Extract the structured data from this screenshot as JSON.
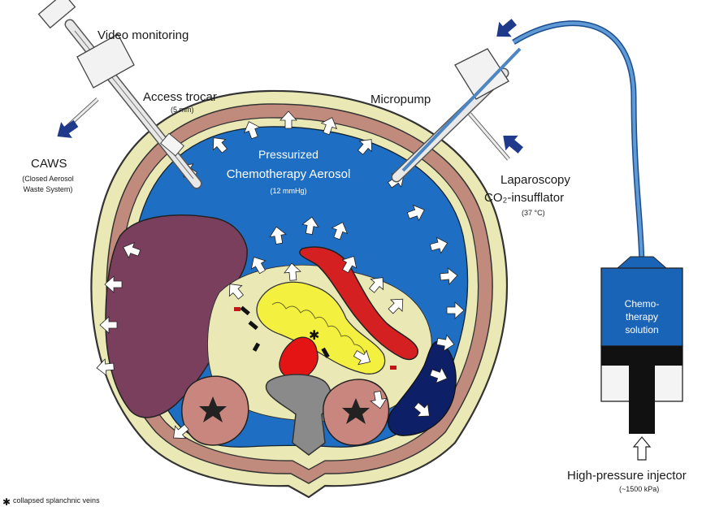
{
  "labels": {
    "video_monitoring": "Video monitoring",
    "access_trocar": "Access trocar",
    "access_trocar_size": "(5 mm)",
    "micropump": "Micropump",
    "caws": "CAWS",
    "caws_full_1": "(Closed Aerosol",
    "caws_full_2": "Waste System)",
    "pressurized": "Pressurized",
    "aerosol": "Chemotherapy Aerosol",
    "pressure": "(12 mmHg)",
    "laparoscopy": "Laparoscopy",
    "insufflator": "CO₂-insufflator",
    "temperature": "(37 °C)",
    "chemo_1": "Chemo-",
    "chemo_2": "therapy",
    "chemo_3": "solution",
    "injector": "High-pressure injector",
    "injector_pressure": "(~1500 kPa)",
    "legend": "collapsed splanchnic veins"
  },
  "colors": {
    "aerosol_blue": "#1e6fc4",
    "pump_blue": "#1a64b8",
    "arrow_navy": "#1f3a8a",
    "liver": "#7b3f5e",
    "muscle": "#c08a7c",
    "fat": "#eae9b5",
    "intestine": "#f4f040",
    "aorta": "#e41414",
    "spleen": "#0d1f66",
    "vertebra": "#8a8a8a",
    "tube": "#4d86c2"
  },
  "icons": {
    "flow_arrows": "arrow-icon",
    "legend_marker": "asterisk-icon"
  }
}
